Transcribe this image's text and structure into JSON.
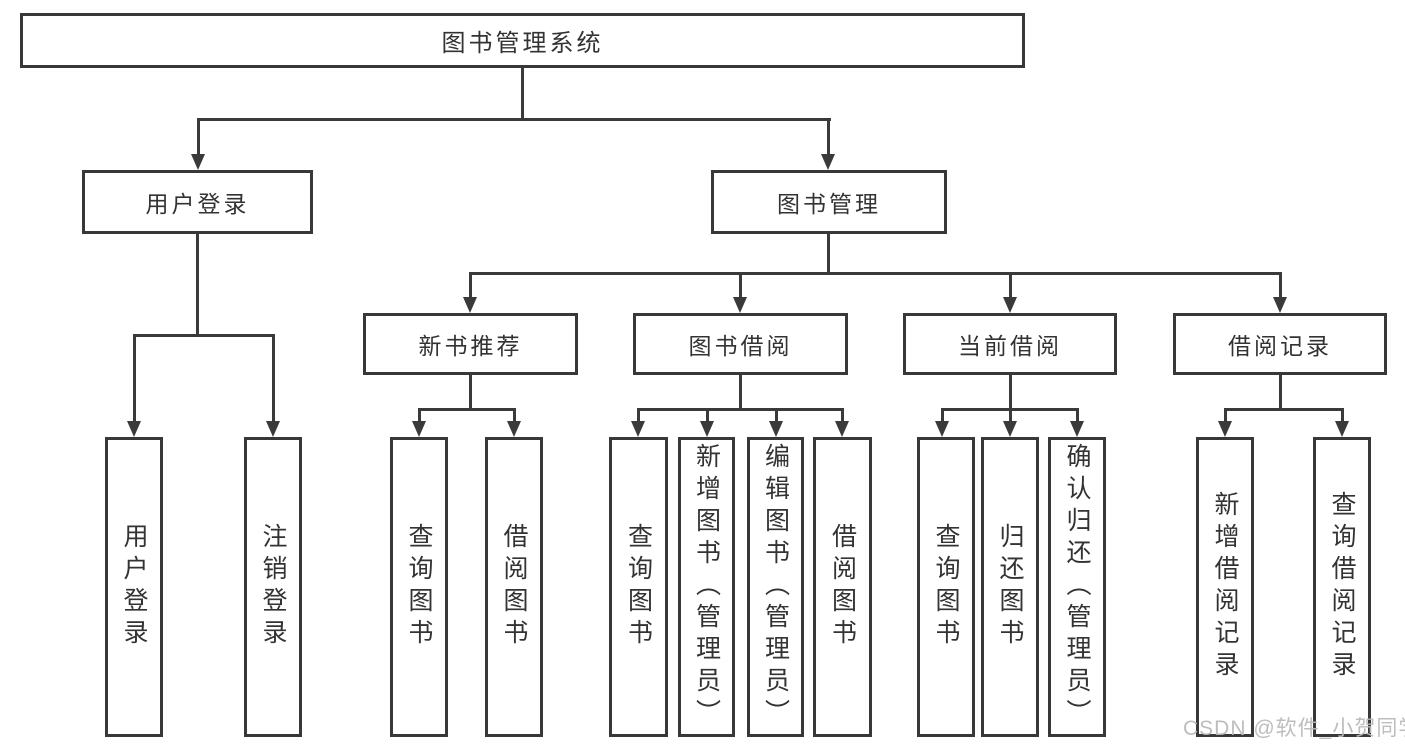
{
  "diagram": {
    "type": "hierarchy-tree",
    "watermark": "CSDN @软件_小贺同学",
    "colors": {
      "line": "#3a3a3a",
      "box_border": "#383838",
      "box_fill": "#ffffff",
      "text": "#333333",
      "watermark": "#b9b9b9"
    },
    "tree": {
      "label": "图书管理系统",
      "children": [
        {
          "label": "用户登录",
          "children": [
            {
              "label": "用户登录"
            },
            {
              "label": "注销登录"
            }
          ]
        },
        {
          "label": "图书管理",
          "children": [
            {
              "label": "新书推荐",
              "children": [
                {
                  "label": "查询图书"
                },
                {
                  "label": "借阅图书"
                }
              ]
            },
            {
              "label": "图书借阅",
              "children": [
                {
                  "label": "查询图书"
                },
                {
                  "label": "新增图书（管理员）"
                },
                {
                  "label": "编辑图书（管理员）"
                },
                {
                  "label": "借阅图书"
                }
              ]
            },
            {
              "label": "当前借阅",
              "children": [
                {
                  "label": "查询图书"
                },
                {
                  "label": "归还图书"
                },
                {
                  "label": "确认归还（管理员）"
                }
              ]
            },
            {
              "label": "借阅记录",
              "children": [
                {
                  "label": "新增借阅记录"
                },
                {
                  "label": "查询借阅记录"
                }
              ]
            }
          ]
        }
      ]
    }
  }
}
